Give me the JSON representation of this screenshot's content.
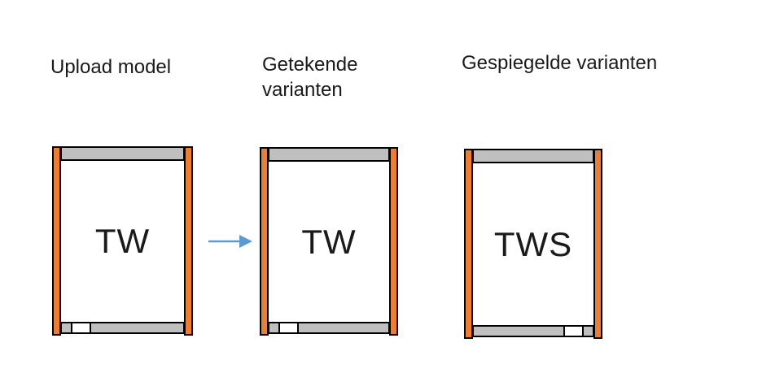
{
  "page": {
    "background": "#FFFFFF"
  },
  "diagram": {
    "columns": [
      {
        "title": "Upload model",
        "frame_label": "TW",
        "door_side": "left"
      },
      {
        "title": "Getekende varianten",
        "frame_label": "TW",
        "door_side": "left"
      },
      {
        "title": "Gespiegelde varianten",
        "frame_label": "TWS",
        "door_side": "right"
      }
    ],
    "arrow": {
      "name": "right-arrow-icon",
      "direction": "right",
      "color": "#5B9BD5"
    },
    "colors": {
      "post_orange": "#ED7D31",
      "rail_gray": "#BFBFBF",
      "outline": "#000000",
      "label_text": "#1A1A1A",
      "title_text": "#1A1A1A",
      "arrow_blue": "#5B9BD5"
    }
  }
}
